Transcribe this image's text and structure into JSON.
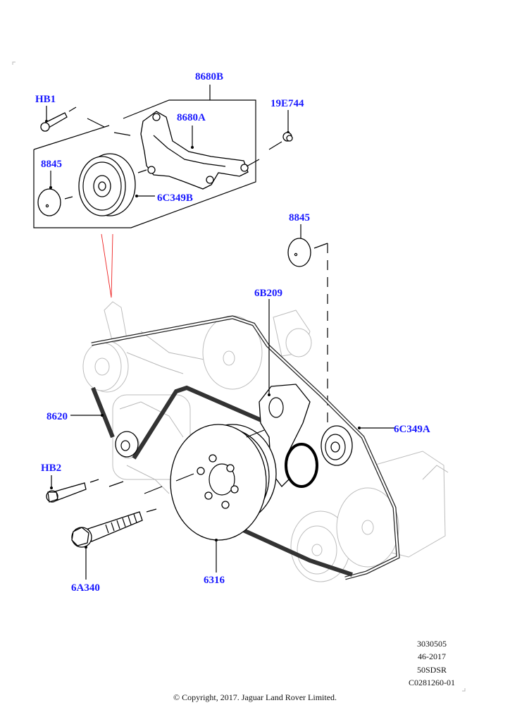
{
  "diagram": {
    "title": "Accessory drive belt and tensioner exploded view",
    "label_color": "#1a1aff",
    "callouts": [
      {
        "id": "8680B",
        "text": "8680B"
      },
      {
        "id": "HB1",
        "text": "HB1"
      },
      {
        "id": "19E744",
        "text": "19E744"
      },
      {
        "id": "8680A",
        "text": "8680A"
      },
      {
        "id": "8845-top",
        "text": "8845"
      },
      {
        "id": "6C349B",
        "text": "6C349B"
      },
      {
        "id": "8845-right",
        "text": "8845"
      },
      {
        "id": "6B209",
        "text": "6B209"
      },
      {
        "id": "8620",
        "text": "8620"
      },
      {
        "id": "6C349A",
        "text": "6C349A"
      },
      {
        "id": "HB2",
        "text": "HB2"
      },
      {
        "id": "6A340",
        "text": "6A340"
      },
      {
        "id": "6316",
        "text": "6316"
      }
    ]
  },
  "reference_block": {
    "lines": [
      "3030505",
      "46-2017",
      "50SDSR",
      "C0281260-01"
    ]
  },
  "footer": {
    "copyright": "© Copyright, 2017. Jaguar Land Rover Limited."
  }
}
